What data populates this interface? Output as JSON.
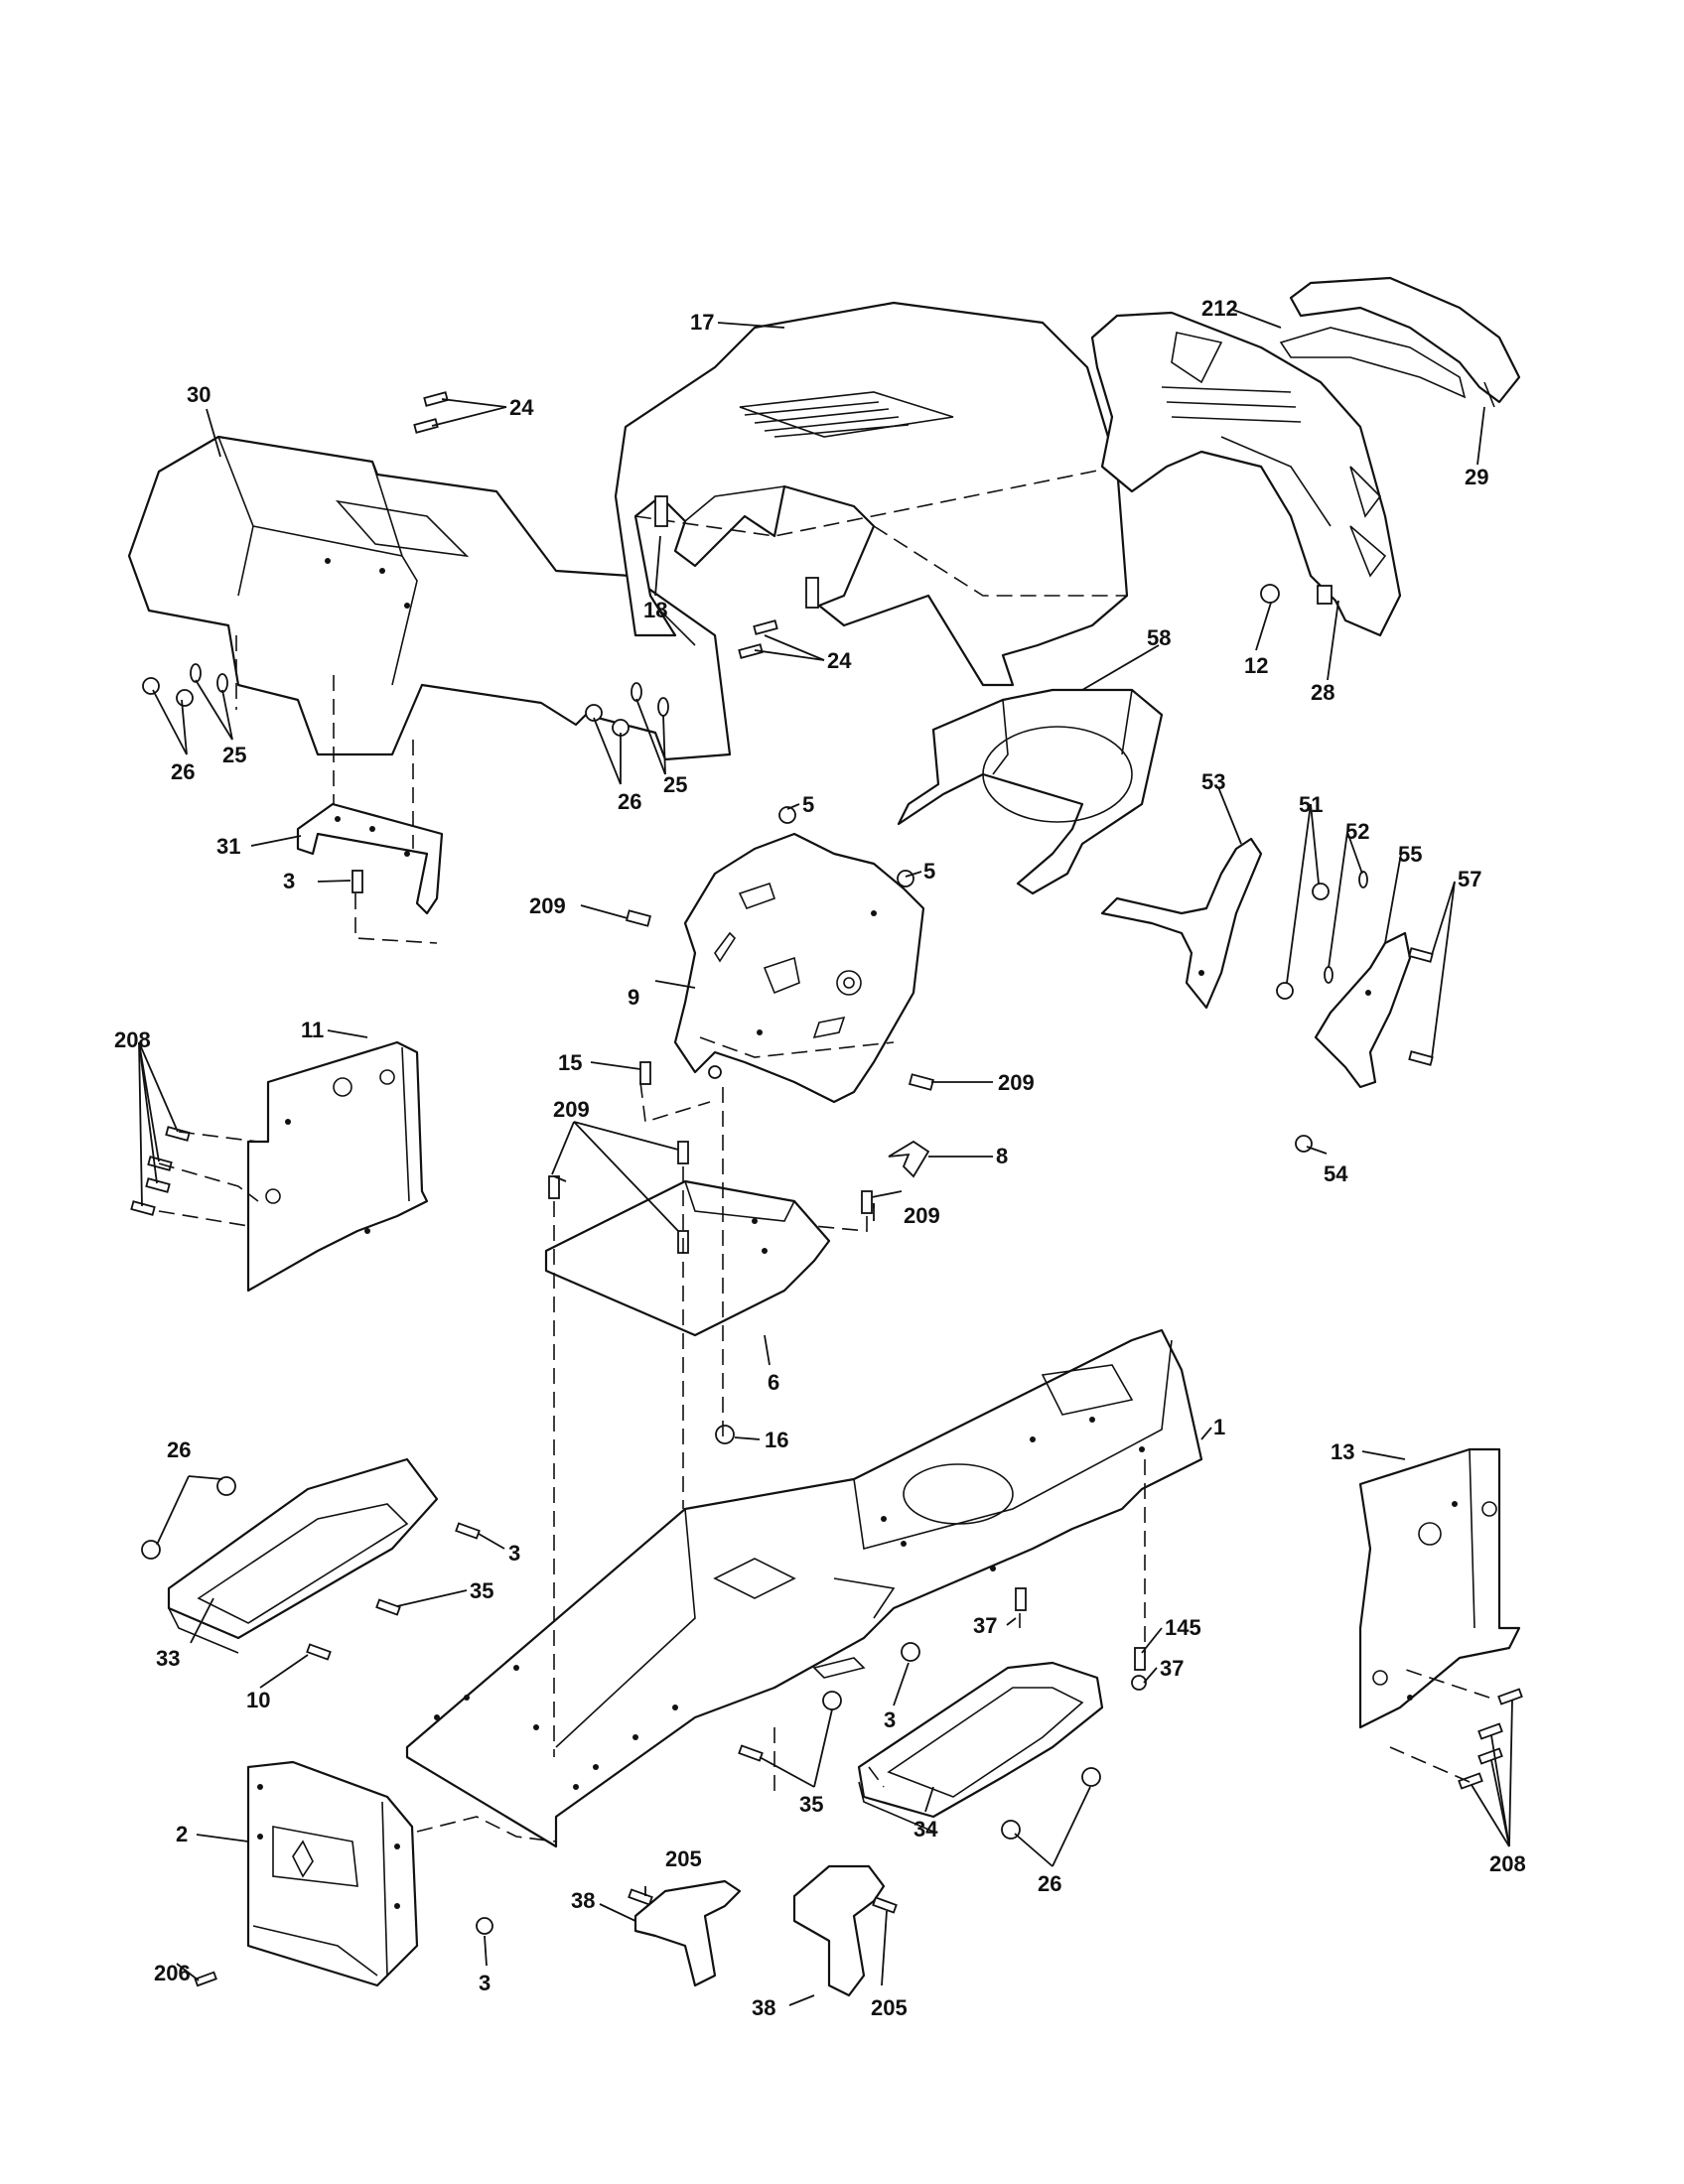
{
  "callouts": {
    "c30": "30",
    "c24a": "24",
    "c17": "17",
    "c212": "212",
    "c29": "29",
    "c18": "18",
    "c24b": "24",
    "c12": "12",
    "c28": "28",
    "c58": "58",
    "c26a": "26",
    "c25a": "25",
    "c26b": "26",
    "c25b": "25",
    "c5a": "5",
    "c5b": "5",
    "c31": "31",
    "c3a": "3",
    "c209a": "209",
    "c9": "9",
    "c53": "53",
    "c51": "51",
    "c52": "52",
    "c55": "55",
    "c57": "57",
    "c208a": "208",
    "c11": "11",
    "c15": "15",
    "c209b": "209",
    "c54": "54",
    "c209c": "209",
    "c8": "8",
    "c209d": "209",
    "c6": "6",
    "c16": "16",
    "c1": "1",
    "c26c": "26",
    "c3b": "3",
    "c35a": "35",
    "c33": "33",
    "c10": "10",
    "c13": "13",
    "c37a": "37",
    "c145": "145",
    "c37b": "37",
    "c3c": "3",
    "c35b": "35",
    "c34": "34",
    "c26d": "26",
    "c208b": "208",
    "c2": "2",
    "c205a": "205",
    "c38a": "38",
    "c206": "206",
    "c3d": "3",
    "c38b": "38",
    "c205b": "205"
  }
}
